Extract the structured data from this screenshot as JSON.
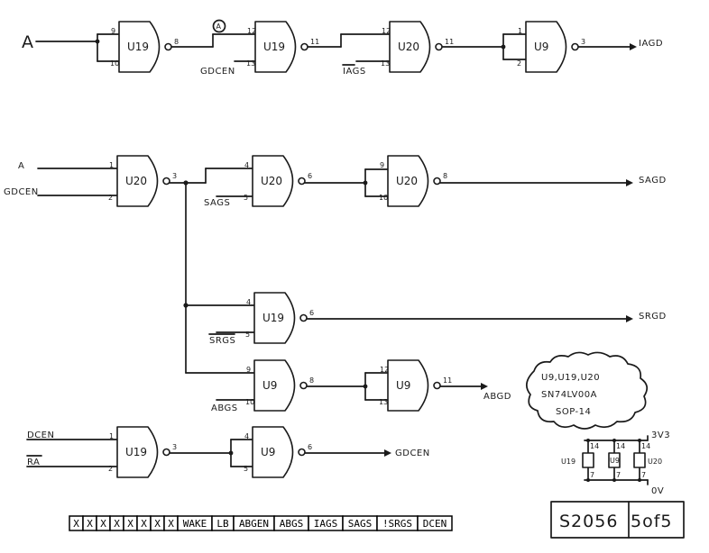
{
  "inputs": {
    "row1_a": "A",
    "row2_a": "A",
    "row2_gdcen": "GDCEN",
    "row3_dcen": "DCEN",
    "row3_ra": "RA"
  },
  "internal_labels": {
    "a_circle": "A",
    "gdcen": "GDCEN",
    "iags": "IAGS",
    "sags": "SAGS",
    "srgs": "SRGS",
    "abgs": "ABGS"
  },
  "outputs": {
    "iagd": "IAGD",
    "sagd": "SAGD",
    "srgd": "SRGD",
    "abgd": "ABGD",
    "gdcen": "GDCEN"
  },
  "gates": [
    {
      "ref": "U19",
      "pins": [
        "9",
        "10",
        "8"
      ]
    },
    {
      "ref": "U19",
      "pins": [
        "12",
        "13",
        "11"
      ]
    },
    {
      "ref": "U20",
      "pins": [
        "12",
        "13",
        "11"
      ]
    },
    {
      "ref": "U9",
      "pins": [
        "1",
        "2",
        "3"
      ]
    },
    {
      "ref": "U20",
      "pins": [
        "1",
        "2",
        "3"
      ]
    },
    {
      "ref": "U20",
      "pins": [
        "4",
        "5",
        "6"
      ]
    },
    {
      "ref": "U20",
      "pins": [
        "9",
        "10",
        "8"
      ]
    },
    {
      "ref": "U19",
      "pins": [
        "4",
        "5",
        "6"
      ]
    },
    {
      "ref": "U9",
      "pins": [
        "9",
        "10",
        "8"
      ]
    },
    {
      "ref": "U9",
      "pins": [
        "12",
        "13",
        "11"
      ]
    },
    {
      "ref": "U19",
      "pins": [
        "1",
        "2",
        "3"
      ]
    },
    {
      "ref": "U9",
      "pins": [
        "4",
        "5",
        "6"
      ]
    }
  ],
  "cloud_note": [
    "U9,U19,U20",
    "SN74LV00A",
    "SOP-14"
  ],
  "power": {
    "vcc": "3V3",
    "gnd": "0V",
    "vcc_pin": "14",
    "gnd_pin": "7",
    "chips": [
      "U19",
      "U9",
      "U20"
    ]
  },
  "title_block": {
    "doc": "S2056",
    "sheet": "5of5"
  },
  "signal_strip": [
    "X",
    "X",
    "X",
    "X",
    "X",
    "X",
    "X",
    "X",
    "WAKE",
    "LB",
    "ABGEN",
    "ABGS",
    "IAGS",
    "SAGS",
    "!SRGS",
    "DCEN"
  ]
}
